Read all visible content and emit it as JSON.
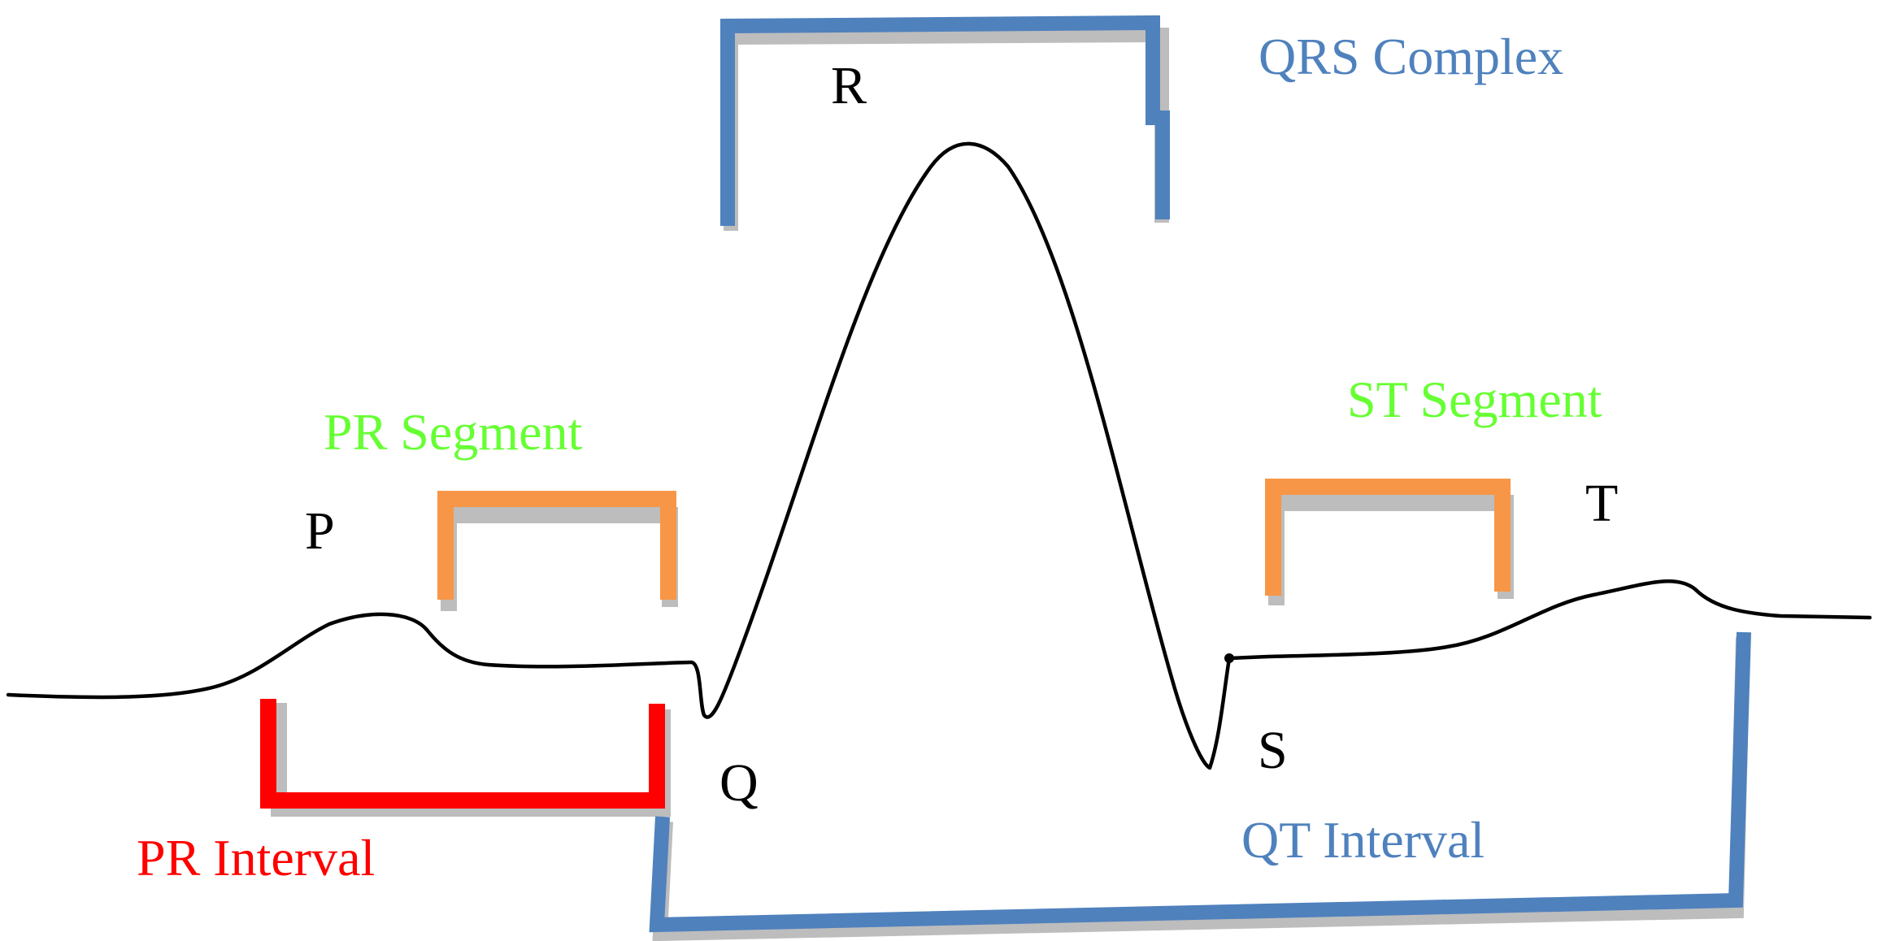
{
  "waves": {
    "p": "P",
    "q": "Q",
    "r": "R",
    "s": "S",
    "t": "T"
  },
  "labels": {
    "qrs_complex": "QRS Complex",
    "pr_segment": "PR Segment",
    "st_segment": "ST Segment",
    "pr_interval": "PR Interval",
    "qt_interval": "QT Interval"
  },
  "colors": {
    "ecg_trace": "#000000",
    "qrs_complex": "#4f81bd",
    "qt_interval": "#4f81bd",
    "pr_segment_bracket": "#f79646",
    "st_segment_bracket": "#f79646",
    "pr_segment_text": "#66ff33",
    "st_segment_text": "#66ff33",
    "pr_interval": "#ff0000"
  }
}
